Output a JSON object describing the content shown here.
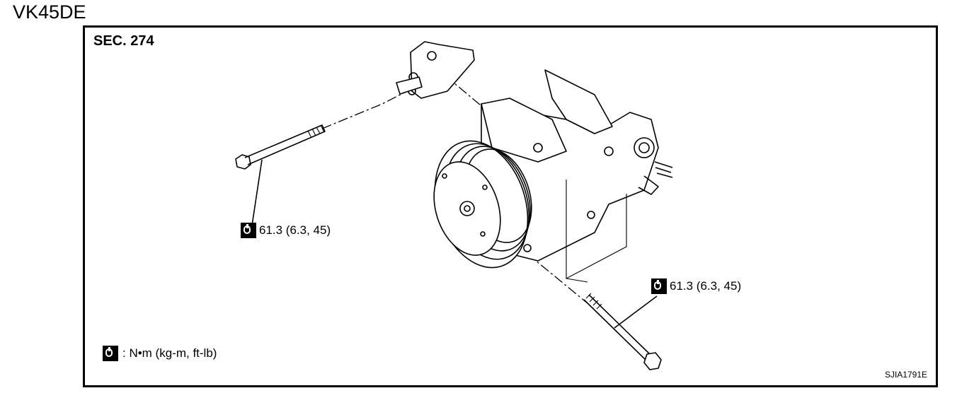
{
  "engine_title": "VK45DE",
  "section_label": "SEC. 274",
  "torque_callouts": [
    {
      "value": "61.3 (6.3, 45)"
    },
    {
      "value": "61.3 (6.3, 45)"
    }
  ],
  "legend": {
    "text": ": N•m (kg-m, ft-lb)"
  },
  "figure_code": "SJIA1791E",
  "icons": {
    "torque": "torque-wrench-icon"
  }
}
